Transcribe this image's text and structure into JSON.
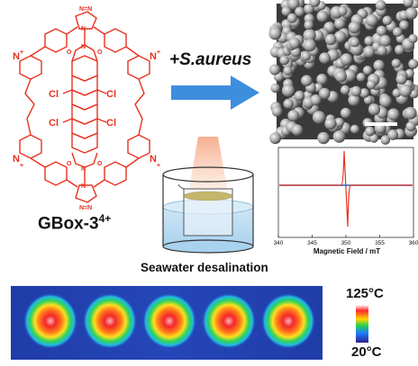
{
  "molecule": {
    "triazole_n": "N",
    "triazole_nn": "N=N",
    "pyridinium_n": "N",
    "charge": "+",
    "oxygen": "O",
    "chlorine": "Cl"
  },
  "compound": {
    "name": "GBox-3",
    "charge": "4+"
  },
  "bacteria_label": "+S.aureus",
  "desalination_label": "Seawater desalination",
  "epr": {
    "xlabel": "Magnetic Field / mT",
    "ticks": [
      "340",
      "345",
      "350",
      "355",
      "360"
    ],
    "xlim": [
      340,
      360
    ],
    "signal_center": 350,
    "colors": {
      "signal": "#e8311f",
      "baseline": "#1f66d1"
    }
  },
  "thermal": {
    "temp_max": "125°C",
    "temp_min": "20°C",
    "spot_count": 5
  },
  "colors": {
    "molecule": "#e8311f",
    "arrow": "#3e8ede"
  }
}
